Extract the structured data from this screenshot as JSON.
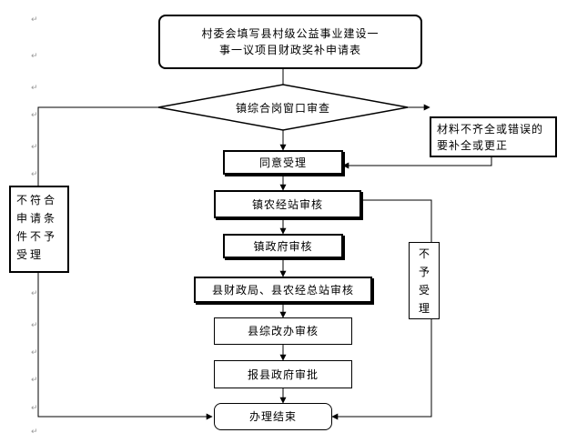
{
  "flowchart": {
    "title_line1": "村委会填写县村级公益事业建设一",
    "title_line2": "事一议项目财政奖补申请表",
    "window_review": "镇综合岗窗口审查",
    "correction": "材料不齐全或错误的要补全或更正",
    "accept": "同意受理",
    "agri_station_review": "镇农经站审核",
    "town_gov_review": "镇政府审核",
    "county_finance_review": "县财政局、县农经总站审核",
    "county_reform_review": "县综改办审核",
    "county_gov_approval": "报县政府审批",
    "finish": "办理结束",
    "not_eligible": "不符合申请条件不予受理",
    "not_accepted": "不予受理"
  },
  "paragraph_mark": "↵"
}
